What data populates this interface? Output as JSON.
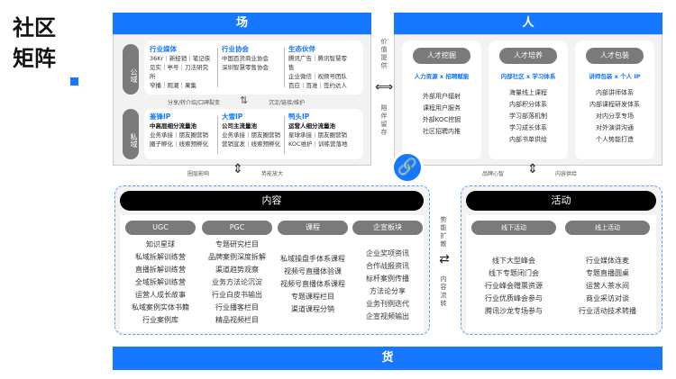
{
  "title": "社区矩阵",
  "field": {
    "header": "场",
    "public_label": "公域",
    "private_label": "私域",
    "public_cols": [
      {
        "title": "行业媒体",
        "lines": [
          "36Kr｜新经销｜笔记侠",
          "见实｜亭号｜刀法研究",
          "所",
          "窄播｜观潮｜果集"
        ]
      },
      {
        "title": "行业协会",
        "lines": [
          "中国百货商业协会",
          "深圳智慧零售协会"
        ]
      },
      {
        "title": "生态伙伴",
        "lines": [
          "腾讯广告｜腾讯智慧零",
          "售",
          "企业微信｜视频号团队",
          "百应｜百准｜签约达人"
        ]
      }
    ],
    "flow_left": "分享/转介绍/口碑裂变",
    "flow_right": "沉淀/链接/维护",
    "private_cols": [
      {
        "title": "鉴锋IP",
        "sub": "中高层细分流量池",
        "lines": [
          "业务承接｜朋友圈营销",
          "圈子孵化｜线索预孵化"
        ]
      },
      {
        "title": "大雪IP",
        "sub": "公司主流量池",
        "lines": [
          "业务承接｜朋友圈营销",
          "营销宣发｜线索预孵化"
        ]
      },
      {
        "title": "鸭头IP",
        "sub": "运营人细分流量池",
        "lines": [
          "星球承接｜朋友圈营销",
          "KOC维护｜训练营落地"
        ]
      }
    ]
  },
  "middle_top": {
    "top": "价值提供",
    "bottom": "陪伴留存"
  },
  "people": {
    "header": "人",
    "cols": [
      {
        "pill": "人才挖掘",
        "subtitle": "人力资源 x 招聘赋能",
        "items": [
          "外部用户辐射",
          "课程用户服务",
          "外部KOC挖掘",
          "社区招聘内推"
        ]
      },
      {
        "pill": "人才培养",
        "subtitle": "内部社区 x 学习体系",
        "items": [
          "海量线上课程",
          "内部积分体系",
          "学习部落机制",
          "学习成长体系",
          "内部书单供给"
        ]
      },
      {
        "pill": "人才包装",
        "subtitle": "讲师包装 x 个人 IP",
        "items": [
          "内部讲师体系",
          "内部课程研发体系",
          "对内分享专场",
          "对外演讲沟通",
          "个人势能打造"
        ]
      }
    ]
  },
  "links_left": {
    "a": "圈层影响",
    "b": "势能放大"
  },
  "links_right": {
    "a": "品牌心智",
    "b": "内容供给"
  },
  "content": {
    "header": "内容",
    "cols": [
      {
        "pill": "UGC",
        "items": [
          "知识星球",
          "私域拆解训练营",
          "直播拆解训练营",
          "全域拆解训练营",
          "运营人成长故事",
          "私域案例实体书籍",
          "行业案例库"
        ]
      },
      {
        "pill": "PGC",
        "items": [
          "专题研究栏目",
          "品牌案例深度拆解",
          "渠道趋势观察",
          "业务方法论沉淀",
          "行业白皮书输出",
          "行业播客栏目",
          "精品视频栏目"
        ]
      },
      {
        "pill": "课程",
        "items": [
          "私域操盘手体系课程",
          "视频号直播体验课",
          "视频号直播体系课程",
          "专题课程栏目",
          "渠道课程分销"
        ]
      },
      {
        "pill": "企宣板块",
        "items": [
          "企业奖项资讯",
          "合作战报资讯",
          "标杆案例传播",
          "方法论分享",
          "业务刊例迭代",
          "企宣视频输出"
        ]
      }
    ]
  },
  "middle_bottom": {
    "top": "势能扩散",
    "bottom": "内容流转"
  },
  "activity": {
    "header": "活动",
    "cols": [
      {
        "pill": "线下活动",
        "items": [
          "线下大型峰会",
          "线下专题闭门会",
          "行业峰会赠票资源",
          "行业优质峰会参与",
          "腾讯沙龙专场参与"
        ]
      },
      {
        "pill": "线上活动",
        "items": [
          "行业媒体连麦",
          "专题直播圆桌",
          "运营人茶水间",
          "商业采访对谈",
          "行业活动技术转播"
        ]
      }
    ]
  },
  "goods": {
    "header": "货"
  }
}
